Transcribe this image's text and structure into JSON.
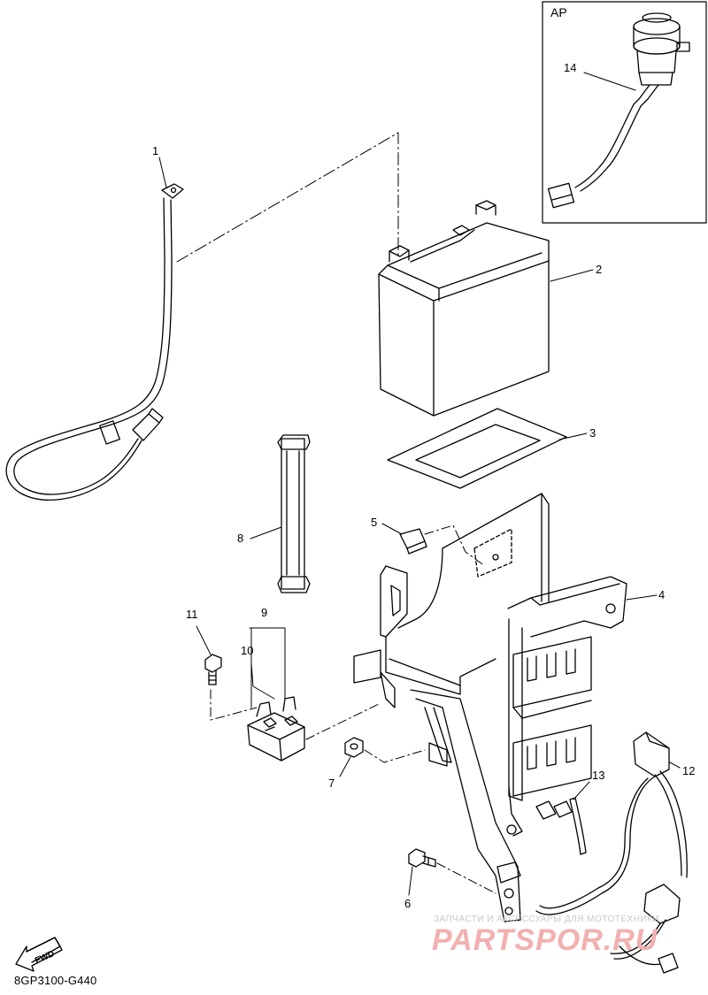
{
  "diagram": {
    "variant_box_label": "AP",
    "drawing_code": "8GP3100-G440",
    "fwd_label": "FWD",
    "watermark": {
      "subtitle": "ЗАПЧАСТИ И АКСЕССУАРЫ ДЛЯ МОТОТЕХНИКИ",
      "brand": "PARTSPOR.RU"
    },
    "callouts": [
      {
        "id": "callout-1",
        "text": "1"
      },
      {
        "id": "callout-2",
        "text": "2"
      },
      {
        "id": "callout-3",
        "text": "3"
      },
      {
        "id": "callout-4",
        "text": "4"
      },
      {
        "id": "callout-5",
        "text": "5"
      },
      {
        "id": "callout-6",
        "text": "6"
      },
      {
        "id": "callout-7",
        "text": "7"
      },
      {
        "id": "callout-8",
        "text": "8"
      },
      {
        "id": "callout-9",
        "text": "9"
      },
      {
        "id": "callout-10",
        "text": "10"
      },
      {
        "id": "callout-11",
        "text": "11"
      },
      {
        "id": "callout-12",
        "text": "12"
      },
      {
        "id": "callout-13",
        "text": "13"
      },
      {
        "id": "callout-14",
        "text": "14"
      }
    ]
  }
}
